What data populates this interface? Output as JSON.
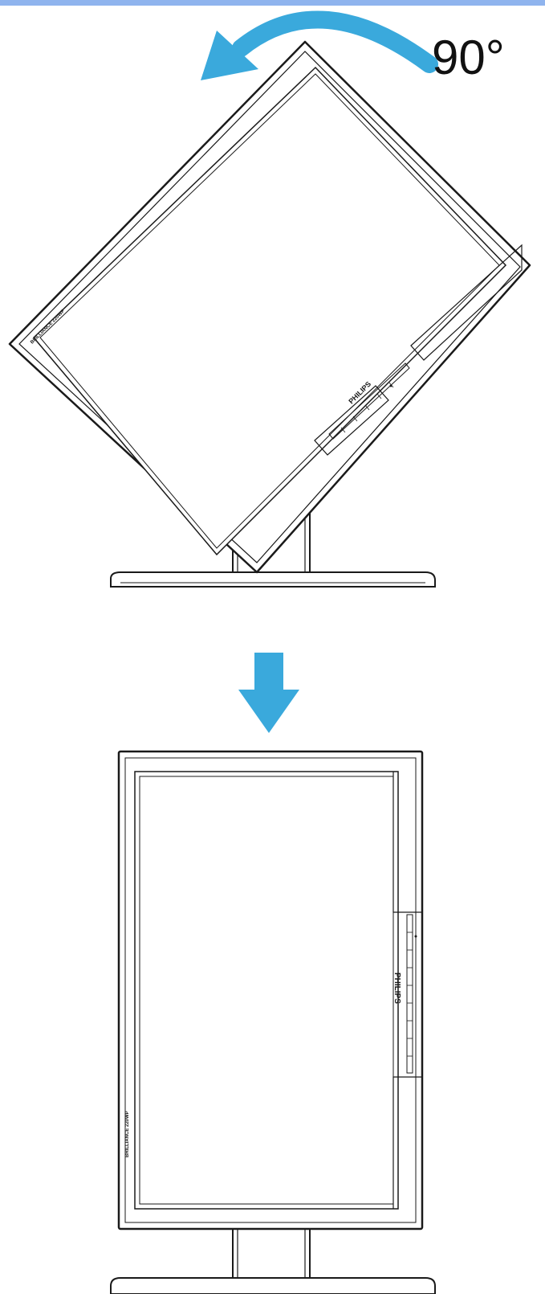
{
  "rotation_label": "90°",
  "brand_logo": "PHILIPS",
  "series_logo": "BRILLIANCE 220WP",
  "colors": {
    "top_bar": "#8fb4ee",
    "arrow": "#3aa9dc",
    "outline": "#1a1a1a"
  },
  "icons": {
    "rotation_arrow": "curved-arrow-left",
    "transition_arrow": "arrow-down"
  }
}
